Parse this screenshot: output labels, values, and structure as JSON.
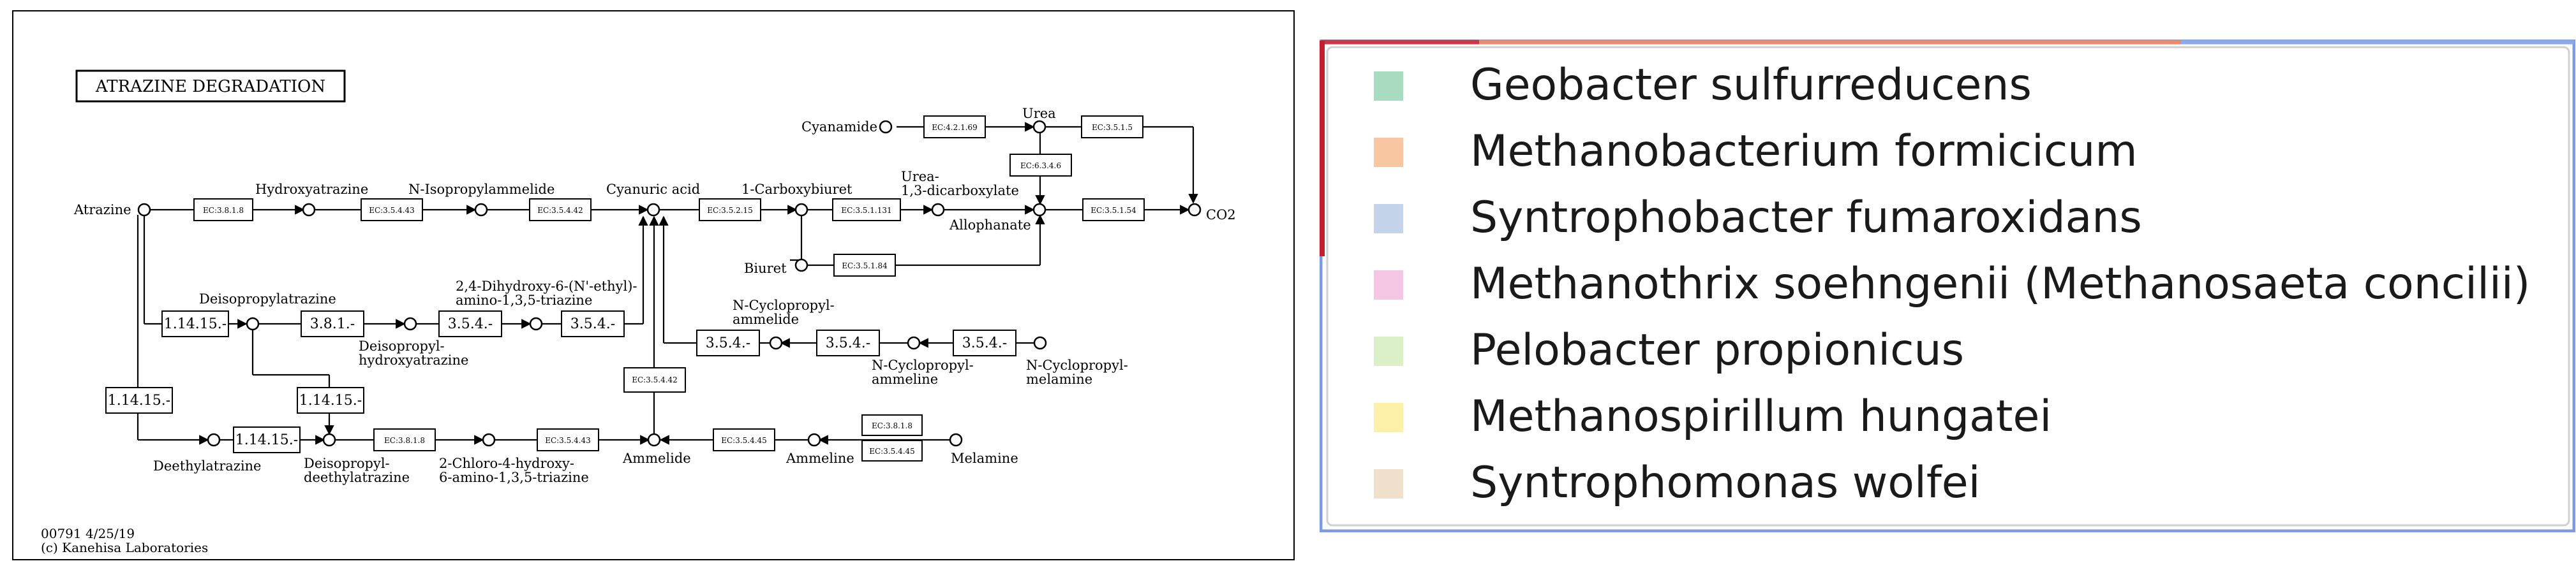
{
  "map": {
    "title": "ATRAZINE DEGRADATION",
    "footer_line1": "00791 4/25/19",
    "footer_line2": "(c) Kanehisa Laboratories",
    "compounds": {
      "atrazine": "Atrazine",
      "hydroxyatrazine": "Hydroxyatrazine",
      "n_isopropylammelide": "N-Isopropylammelide",
      "cyanuric_acid": "Cyanuric acid",
      "carboxybiuret": "1-Carboxybiuret",
      "urea_dicarboxylate_1": "Urea-",
      "urea_dicarboxylate_2": "1,3-dicarboxylate",
      "allophanate": "Allophanate",
      "urea": "Urea",
      "cyanamide": "Cyanamide",
      "co2": "CO2",
      "biuret": "Biuret",
      "deisopropylatrazine": "Deisopropylatrazine",
      "dihydroxy_1": "2,4-Dihydroxy-6-(N'-ethyl)-",
      "dihydroxy_2": "amino-1,3,5-triazine",
      "deisopropylhydroxyatrazine_1": "Deisopropyl-",
      "deisopropylhydroxyatrazine_2": "hydroxyatrazine",
      "cyclopropylammelide_1": "N-Cyclopropyl-",
      "cyclopropylammelide_2": "ammelide",
      "cyclopropylammeline_1": "N-Cyclopropyl-",
      "cyclopropylammeline_2": "ammeline",
      "cyclopropylmelamine_1": "N-Cyclopropyl-",
      "cyclopropylmelamine_2": "melamine",
      "deethylatrazine": "Deethylatrazine",
      "deisopropyldeethylatrazine_1": "Deisopropyl-",
      "deisopropyldeethylatrazine_2": "deethylatrazine",
      "chlorohydroxy_1": "2-Chloro-4-hydroxy-",
      "chlorohydroxy_2": "6-amino-1,3,5-triazine",
      "ammelide": "Ammelide",
      "ammeline": "Ammeline",
      "melamine": "Melamine"
    },
    "enzymes": {
      "e1": "EC:3.8.1.8",
      "e2": "EC:3.5.4.43",
      "e3": "EC:3.5.4.42",
      "e4": "EC:3.5.2.15",
      "e5": "EC:3.5.1.131",
      "e6": "EC:3.5.1.54",
      "e7": "EC:4.2.1.69",
      "e8": "EC:3.5.1.5",
      "e9": "EC:6.3.4.6",
      "e10": "EC:3.5.1.84",
      "e11": "1.14.15.-",
      "e12": "3.8.1.-",
      "e13": "3.5.4.-",
      "e14": "3.5.4.-",
      "e15": "3.5.4.-",
      "e16": "3.5.4.-",
      "e17": "3.5.4.-",
      "e18": "EC:3.5.4.42",
      "e19": "1.14.15.-",
      "e20": "1.14.15.-",
      "e21": "1.14.15.-",
      "e22": "EC:3.8.1.8",
      "e23": "EC:3.5.4.43",
      "e24": "EC:3.5.4.45",
      "e25": "EC:3.8.1.8",
      "e26": "EC:3.5.4.45"
    }
  },
  "legend": {
    "items": [
      {
        "label": "Geobacter sulfurreducens",
        "color": "#a7dcc0"
      },
      {
        "label": "Methanobacterium formicicum",
        "color": "#f8c6a0"
      },
      {
        "label": "Syntrophobacter fumaroxidans",
        "color": "#c5d3ea"
      },
      {
        "label": "Methanothrix soehngenii (Methanosaeta concilii)",
        "color": "#f4c6e3"
      },
      {
        "label": "Pelobacter propionicus",
        "color": "#dcf0c8"
      },
      {
        "label": "Methanospirillum hungatei",
        "color": "#fdf0a8"
      },
      {
        "label": "Syntrophomonas wolfei",
        "color": "#efe0cc"
      }
    ]
  }
}
